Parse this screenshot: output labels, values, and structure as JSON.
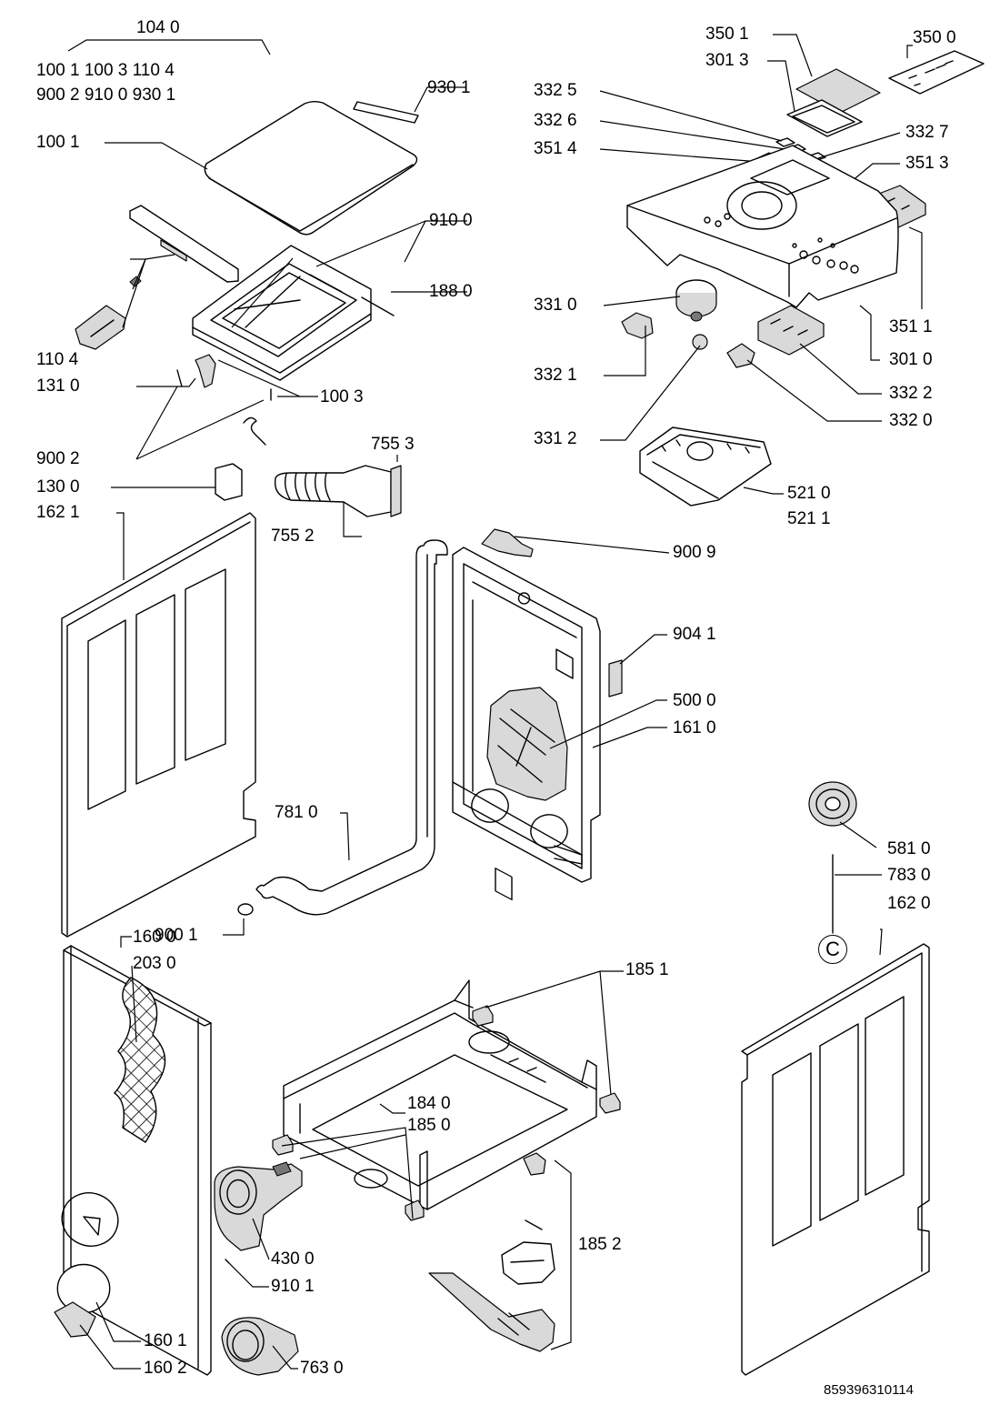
{
  "document": {
    "number": "859396310114"
  },
  "labels": {
    "l1040": "104 0",
    "l1001_top": "100 1   100 3   110 4",
    "l9002_top": "900 2   910 0   930 1",
    "l9301": "930 1",
    "l1001": "100 1",
    "l9100": "910 0",
    "l1880": "188 0",
    "l1104": "110 4",
    "l1310": "131 0",
    "l1003": "100 3",
    "l9002": "900 2",
    "l1300": "130 0",
    "l7553": "755 3",
    "l1621": "162 1",
    "l7552": "755 2",
    "l3501": "350 1",
    "l3013": "301 3",
    "l3500": "350 0",
    "l3325": "332 5",
    "l3326": "332 6",
    "l3327": "332 7",
    "l3514": "351 4",
    "l3513": "351 3",
    "l3310": "331 0",
    "l3511": "351 1",
    "l3010": "301 0",
    "l3321": "332 1",
    "l3322": "332 2",
    "l3320": "332 0",
    "l3312": "331 2",
    "l5210": "521 0",
    "l5211": "521 1",
    "l9009": "900 9",
    "l9041": "904 1",
    "l5000": "500 0",
    "l1610": "161 0",
    "l7810": "781 0",
    "l9001": "900 1",
    "l1600": "160 0",
    "l2030": "203 0",
    "l5810": "581 0",
    "l7830": "783 0",
    "l1620": "162 0",
    "l1851": "185 1",
    "l1840": "184 0",
    "l1850": "185 0",
    "l1852": "185 2",
    "l4300": "430 0",
    "l9101": "910 1",
    "l1601": "160 1",
    "l1602": "160 2",
    "l7630": "763 0",
    "circle_c": "C"
  }
}
